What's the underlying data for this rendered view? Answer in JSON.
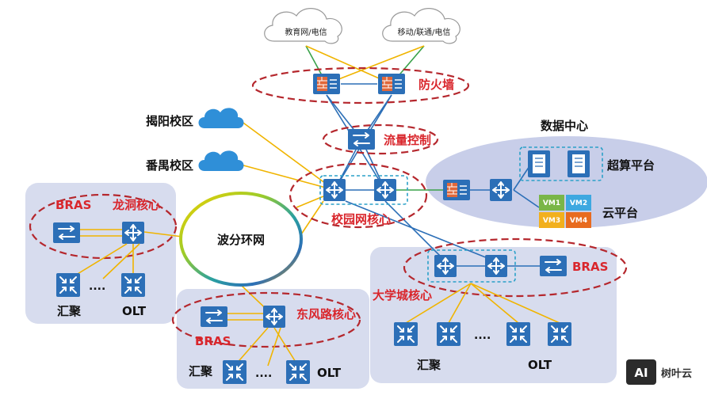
{
  "clouds": {
    "edu_telecom": "教育网/电信",
    "mobile_unicom_telecom": "移动/联通/电信"
  },
  "labels": {
    "firewall": "防火墙",
    "traffic_control": "流量控制",
    "jieyang": "揭阳校区",
    "panyu": "番禺校区",
    "campus_core": "校园网核心",
    "wdm_ring": "波分环网",
    "datacenter": "数据中心",
    "hpc_platform": "超算平台",
    "cloud_platform": "云平台",
    "bras_left": "BRAS",
    "longdong_core": "龙洞核心",
    "agg_left": "汇聚",
    "olt_left": "OLT",
    "dots_left": "....",
    "dongfeng_core": "东风路核心",
    "bras_bottom": "BRAS",
    "agg_bottom": "汇聚",
    "olt_bottom": "OLT",
    "dots_bottom": "....",
    "bras_right": "BRAS",
    "university_city_core": "大学城核心",
    "agg_right": "汇聚",
    "olt_right": "OLT",
    "dots_right": "....",
    "vm1": "VM1",
    "vm2": "VM2",
    "vm3": "VM3",
    "vm4": "VM4"
  },
  "watermark": {
    "logo": "AI",
    "text": "树叶云"
  },
  "colors": {
    "device_blue": "#2c6fb7",
    "core_dashed_red": "#b5272d",
    "label_red": "#d9262c",
    "panel_fill": "#d7dcee",
    "firewall_orange": "#e0673a",
    "cloud_blue": "#2f8fd8",
    "link_yellow": "#f0b400",
    "link_green": "#3aa24a",
    "link_blue": "#2c6fb7",
    "vm_green": "#7ab648",
    "vm_blue": "#3ea8e0",
    "vm_yellow": "#f2b01e",
    "vm_orange": "#e86b1f"
  }
}
